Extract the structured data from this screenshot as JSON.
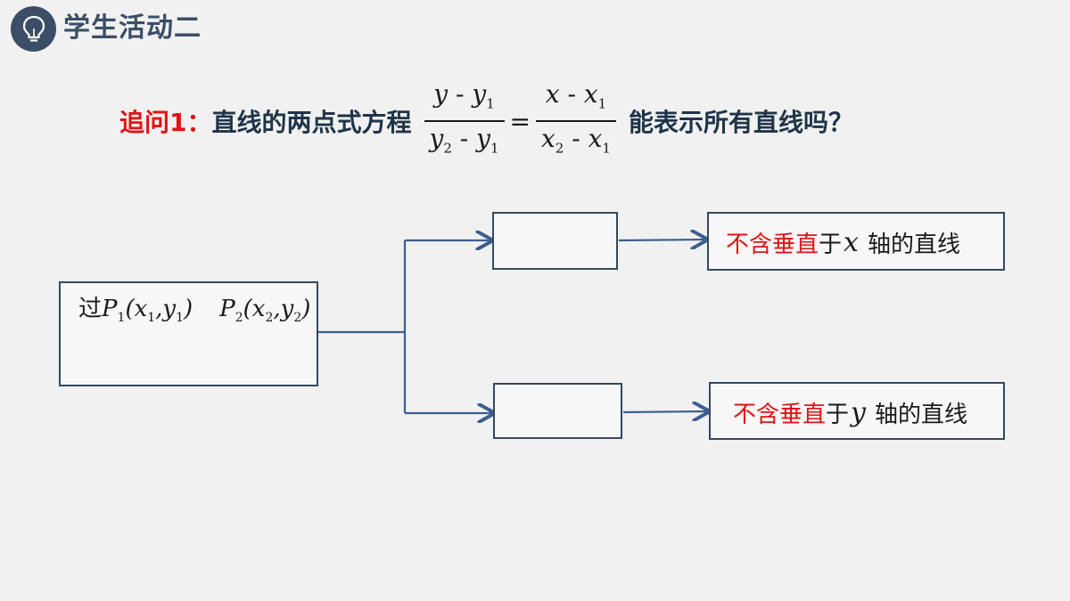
{
  "header": {
    "title": "学生活动二",
    "icon": "lightbulb-icon"
  },
  "question": {
    "label": "追问1：",
    "text": "直线的两点式方程",
    "formula": {
      "num_left": "y - y",
      "num_left_sub": "1",
      "den_left_a": "y",
      "den_left_a_sub": "2",
      "den_left_b": " - y",
      "den_left_b_sub": "1",
      "equals": "=",
      "num_right": "x - x",
      "num_right_sub": "1",
      "den_right_a": "x",
      "den_right_a_sub": "2",
      "den_right_b": " - x",
      "den_right_b_sub": "1"
    },
    "suffix": "能表示所有直线吗？"
  },
  "source_box": {
    "prefix": "过",
    "p1": "P",
    "p1_sub": "1",
    "p1_coords_a": "(x",
    "p1_coords_a_sub": "1",
    "p1_coords_b": ",y",
    "p1_coords_b_sub": "1",
    "p1_close": ")",
    "p2": "P",
    "p2_sub": "2",
    "p2_coords_a": "(x",
    "p2_coords_a_sub": "2",
    "p2_coords_b": ",y",
    "p2_coords_b_sub": "2",
    "p2_close": ")"
  },
  "results": [
    {
      "red": "不含垂直",
      "black_a": "于",
      "var": "x",
      "black_b": "轴的直线"
    },
    {
      "red": "不含垂直",
      "black_a": "于",
      "var": "y",
      "black_b": "轴的直线"
    }
  ],
  "colors": {
    "accent_red": "#e01414",
    "title_navy": "#3b4e66",
    "arrow_blue": "#3c5f8f",
    "box_border": "#34495e"
  }
}
